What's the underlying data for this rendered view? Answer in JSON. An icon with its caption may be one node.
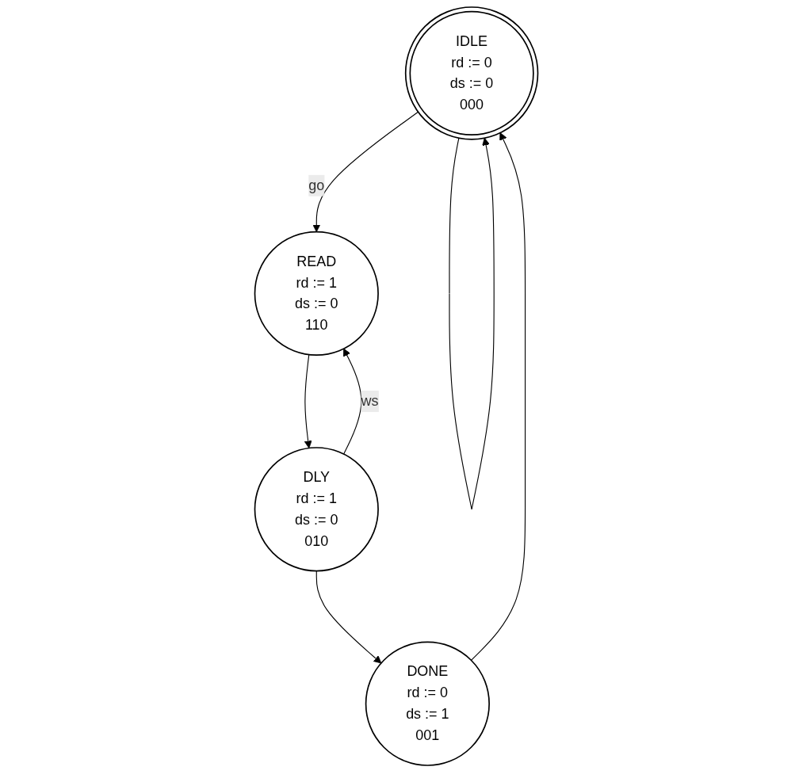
{
  "diagram": {
    "nodes": [
      {
        "text": [
          "IDLE",
          "rd := 0",
          "ds := 0",
          "000"
        ]
      },
      {
        "text": [
          "DONE",
          "rd := 0",
          "ds := 1",
          "001"
        ]
      },
      {
        "text": [
          "READ",
          "rd := 1",
          "ds := 0",
          "110"
        ]
      },
      {
        "text": [
          "DLY",
          "rd := 1",
          "ds := 0",
          "010"
        ]
      }
    ],
    "edges": [
      {
        "from": 0,
        "to": 0,
        "arrow": "to"
      },
      {
        "from": 0,
        "to": 2,
        "arrow": "to",
        "label": "go"
      },
      {
        "from": 2,
        "to": 3,
        "arrow": "to"
      },
      {
        "from": 3,
        "to": 2,
        "arrow": "to",
        "label": "ws"
      },
      {
        "from": 3,
        "to": 1,
        "arrow": "to"
      },
      {
        "from": 1,
        "to": 0,
        "arrow": "to"
      }
    ]
  }
}
